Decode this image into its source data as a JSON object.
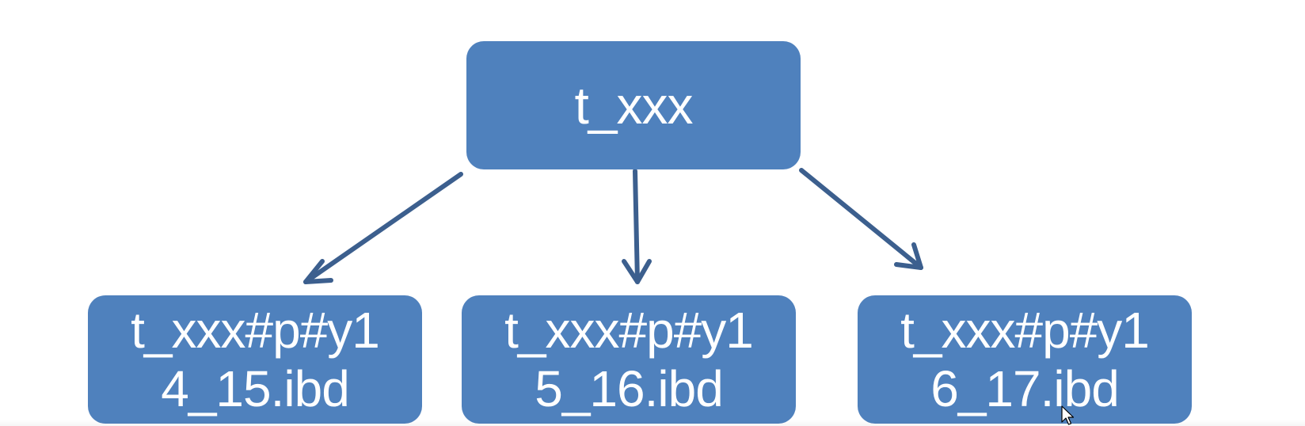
{
  "diagram": {
    "root": {
      "label": "t_xxx"
    },
    "children": [
      {
        "line1": "t_xxx#p#y1",
        "line2": "4_15.ibd"
      },
      {
        "line1": "t_xxx#p#y1",
        "line2": "5_16.ibd"
      },
      {
        "line1": "t_xxx#p#y1",
        "line2": "6_17.ibd"
      }
    ]
  },
  "colors": {
    "node_fill": "#4f81bd",
    "node_text": "#ffffff",
    "arrow": "#3c5f8e",
    "background": "#ffffff"
  }
}
